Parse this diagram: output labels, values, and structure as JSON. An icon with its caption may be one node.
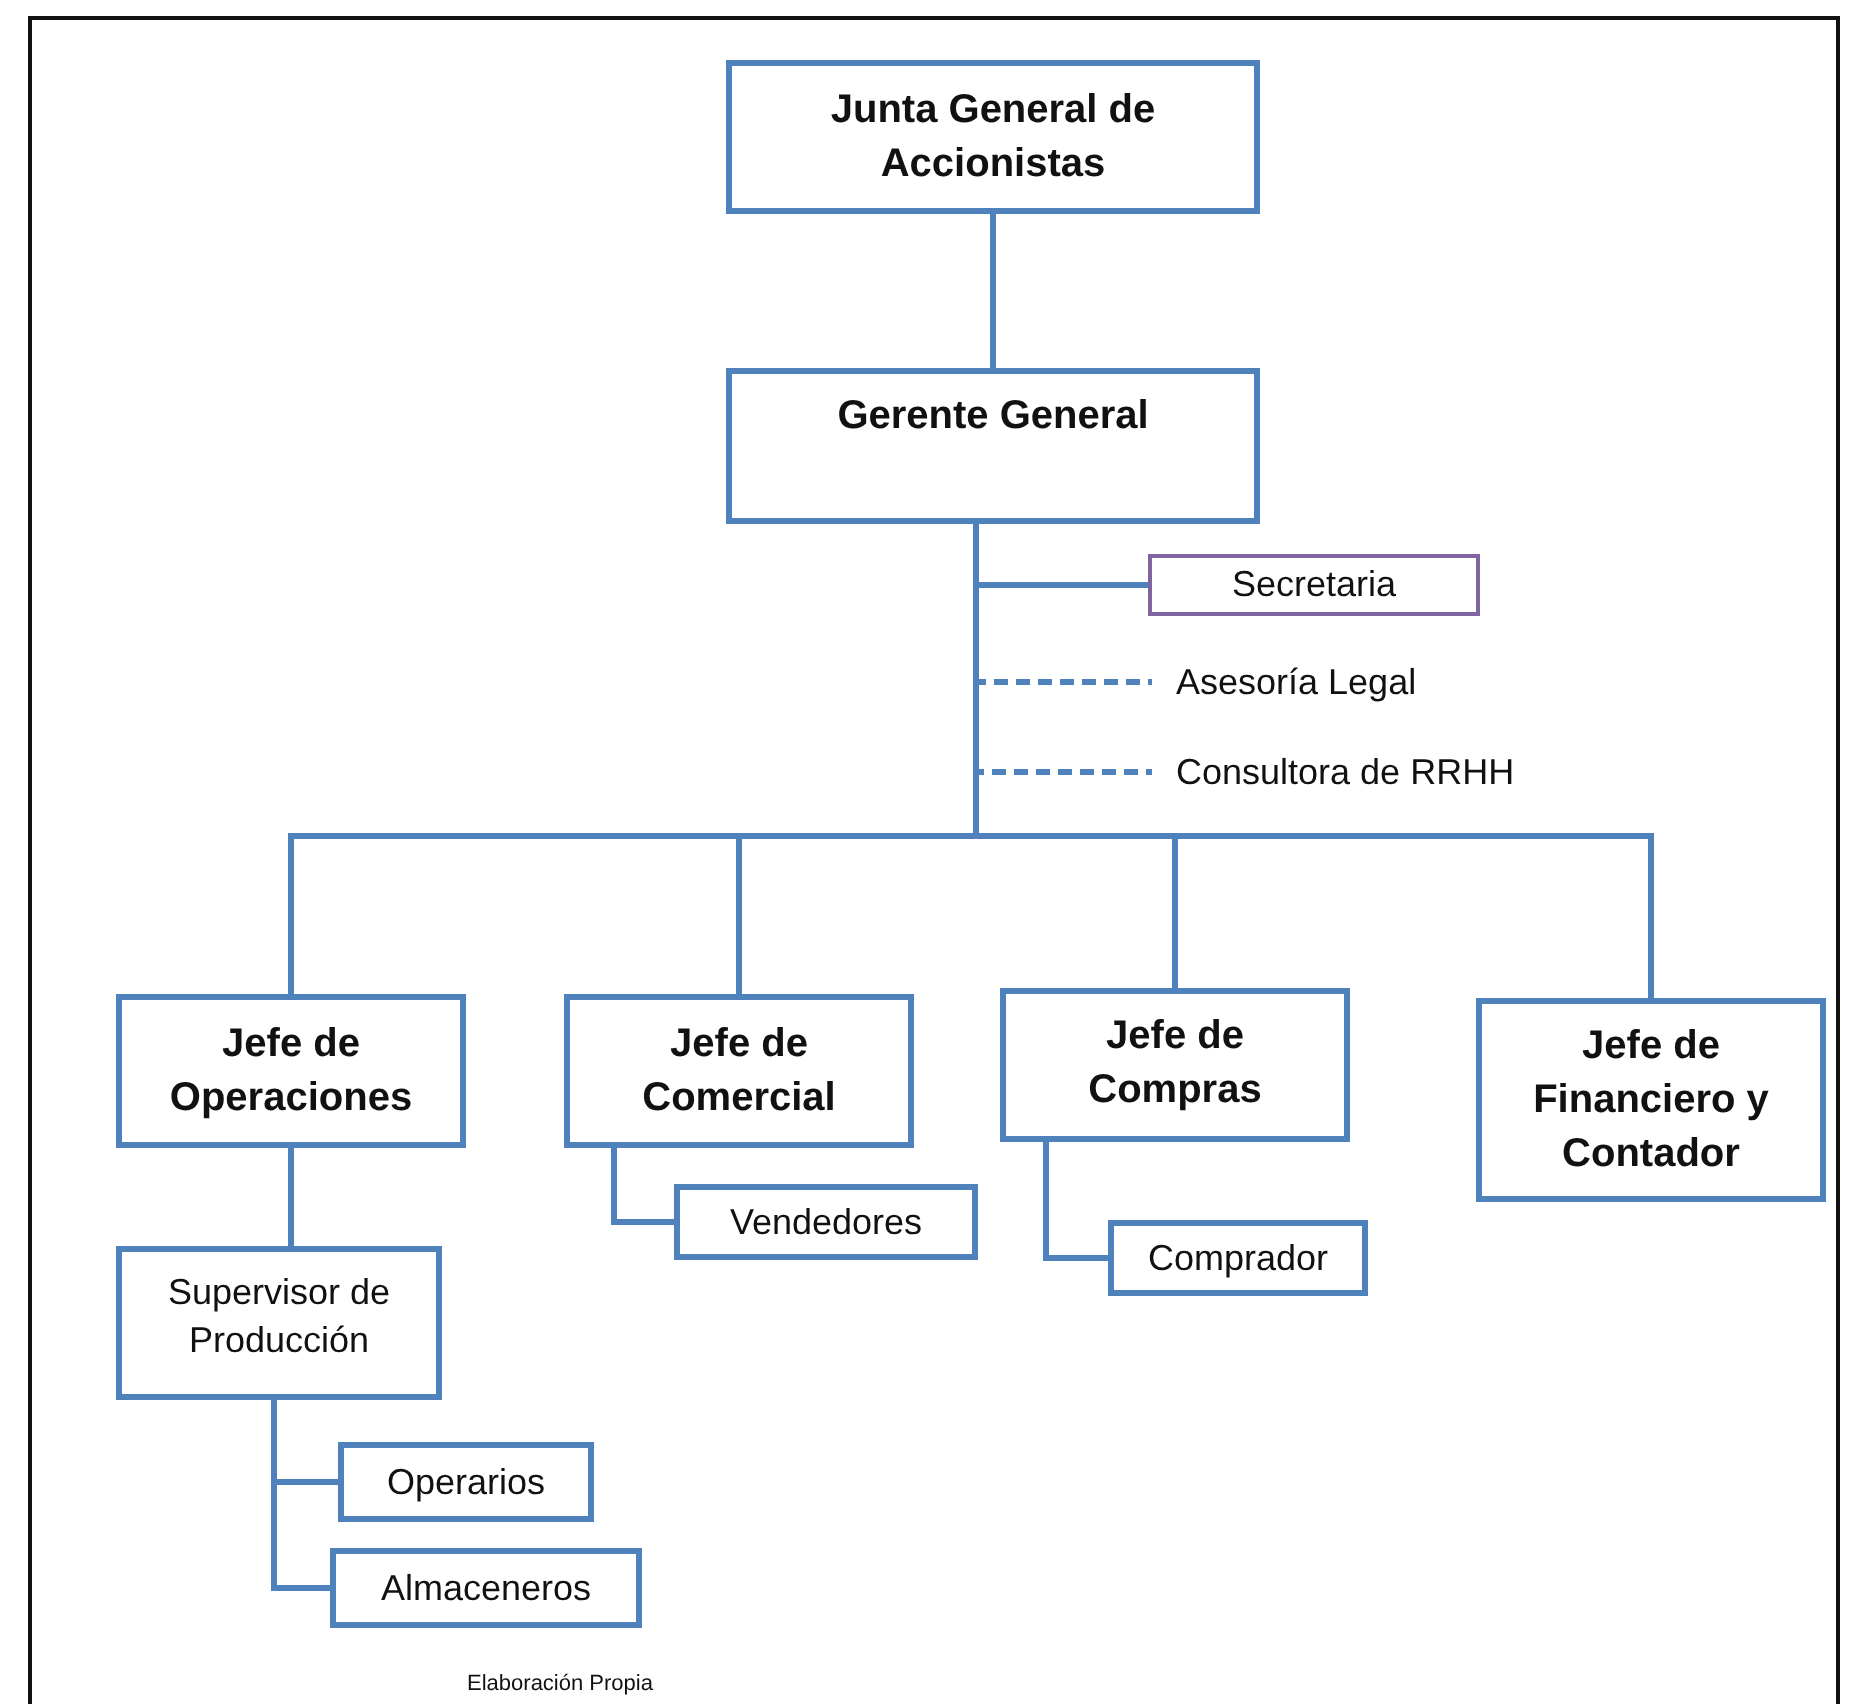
{
  "diagram": {
    "nodes": [
      {
        "text": [
          "Junta General de Accionistas"
        ]
      },
      {
        "text": [
          "Gerente General"
        ]
      },
      {
        "text": [
          "Secretaria"
        ]
      },
      {
        "text": [
          "Asesoría Legal"
        ]
      },
      {
        "text": [
          "Consultora de RRHH"
        ]
      },
      {
        "text": [
          "Jefe de Operaciones"
        ]
      },
      {
        "text": [
          "Jefe de Comercial"
        ]
      },
      {
        "text": [
          "Jefe de Compras"
        ]
      },
      {
        "text": [
          "Jefe de Financiero y Contador"
        ]
      },
      {
        "text": [
          "Supervisor de Producción"
        ]
      },
      {
        "text": [
          "Vendedores"
        ]
      },
      {
        "text": [
          "Comprador"
        ]
      },
      {
        "text": [
          "Operarios"
        ]
      },
      {
        "text": [
          "Almaceneros"
        ]
      }
    ],
    "edges": [
      {
        "from": 0,
        "to": 1,
        "arrow": "none"
      },
      {
        "from": 1,
        "to": 2,
        "arrow": "none"
      },
      {
        "from": 1,
        "to": 3,
        "arrow": "none",
        "style": "dashed"
      },
      {
        "from": 1,
        "to": 4,
        "arrow": "none",
        "style": "dashed"
      },
      {
        "from": 1,
        "to": 5,
        "arrow": "none"
      },
      {
        "from": 1,
        "to": 6,
        "arrow": "none"
      },
      {
        "from": 1,
        "to": 7,
        "arrow": "none"
      },
      {
        "from": 1,
        "to": 8,
        "arrow": "none"
      },
      {
        "from": 5,
        "to": 9,
        "arrow": "none"
      },
      {
        "from": 6,
        "to": 10,
        "arrow": "none"
      },
      {
        "from": 7,
        "to": 11,
        "arrow": "none"
      },
      {
        "from": 9,
        "to": 12,
        "arrow": "none"
      },
      {
        "from": 9,
        "to": 13,
        "arrow": "none"
      }
    ],
    "labels": [
      "Elaboración Propia"
    ]
  }
}
